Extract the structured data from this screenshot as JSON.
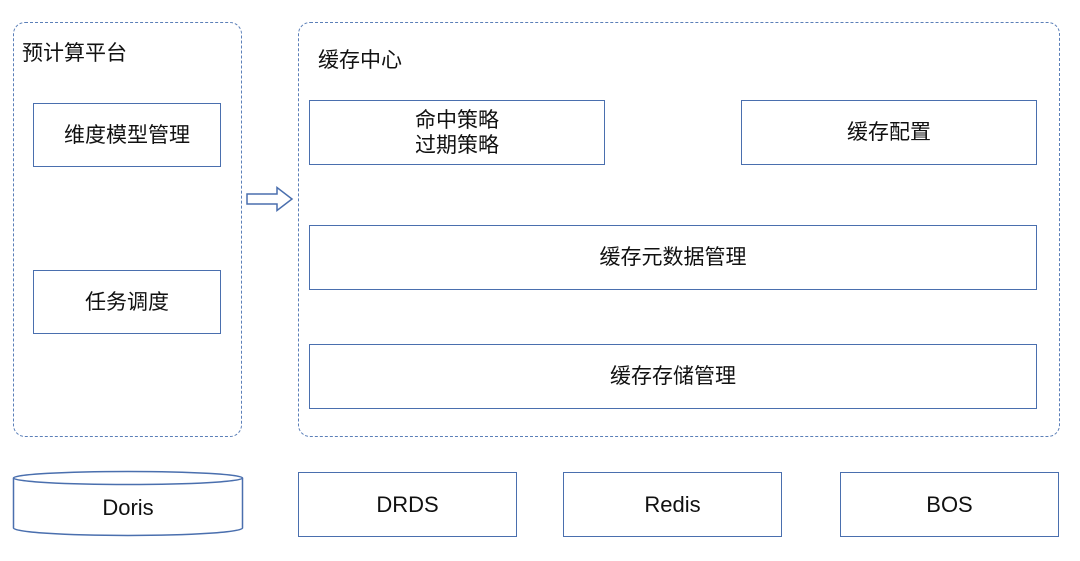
{
  "precompute": {
    "title": "预计算平台",
    "items": [
      "维度模型管理",
      "任务调度"
    ]
  },
  "cache_center": {
    "title": "缓存中心",
    "hit_expire": [
      "命中策略",
      "过期策略"
    ],
    "config": "缓存配置",
    "metadata": "缓存元数据管理",
    "storage": "缓存存储管理"
  },
  "storage_backends": {
    "doris": "Doris",
    "drds": "DRDS",
    "redis": "Redis",
    "bos": "BOS"
  },
  "colors": {
    "border": "#4a6fae",
    "dashed_border": "#5b7fb8",
    "text": "#111111",
    "background": "#ffffff"
  }
}
